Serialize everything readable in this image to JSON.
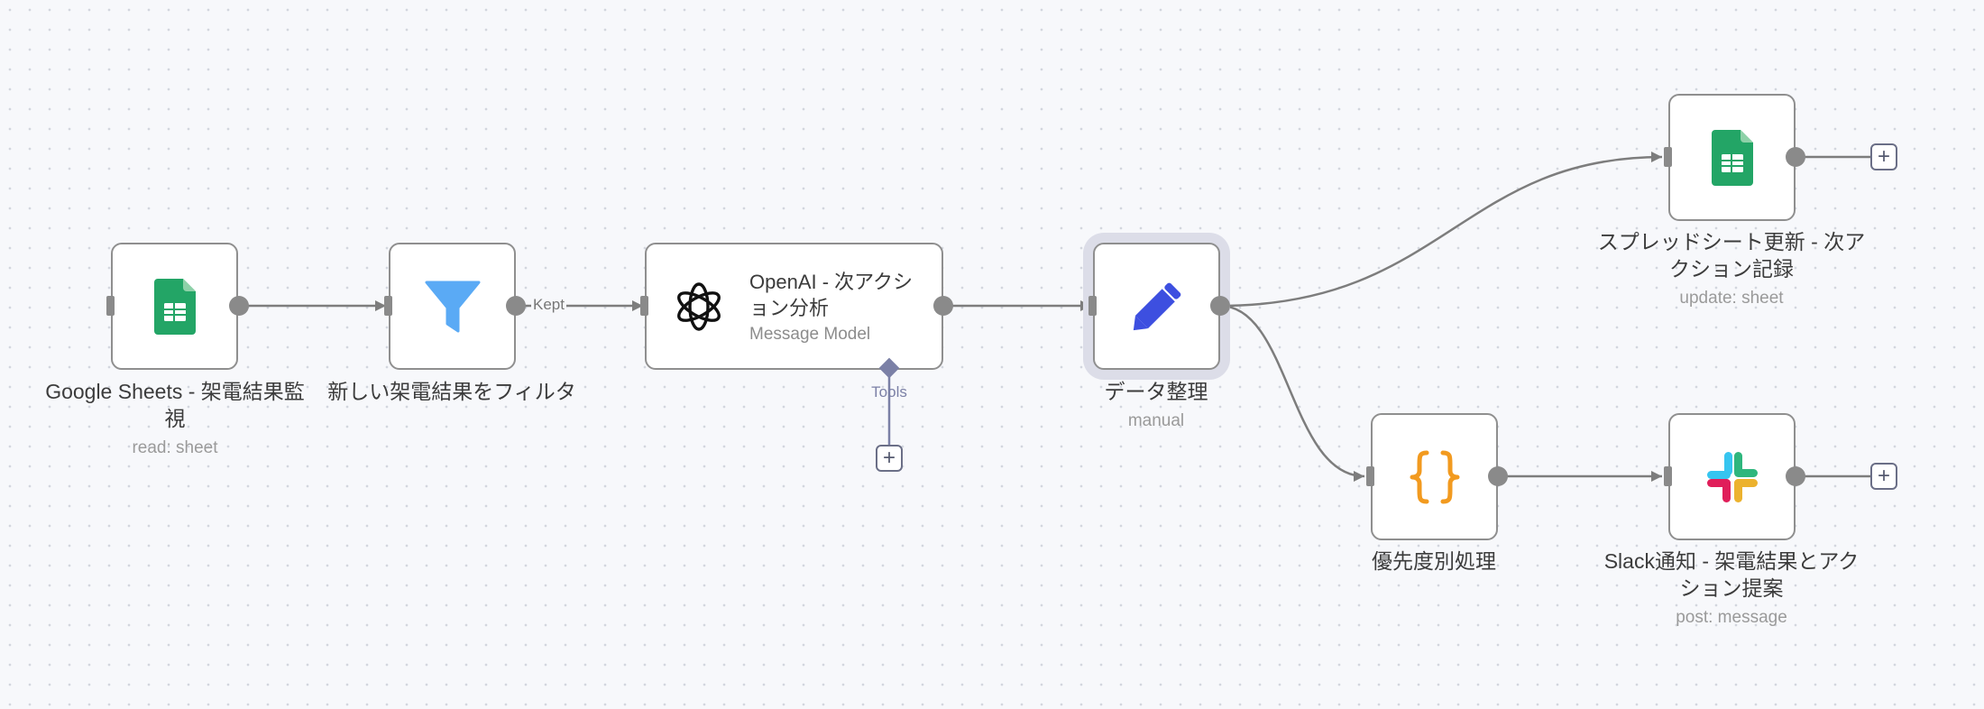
{
  "nodes": [
    {
      "id": "sheets-watch",
      "title": "Google Sheets - 架電結果監視",
      "subtitle": "read: sheet",
      "icon": "google-sheets-icon"
    },
    {
      "id": "filter",
      "title": "新しい架電結果をフィルタ",
      "subtitle": "",
      "icon": "filter-icon"
    },
    {
      "id": "openai",
      "title": "OpenAI - 次アクション分析",
      "subtitle": "Message Model",
      "icon": "openai-icon"
    },
    {
      "id": "data-format",
      "title": "データ整理",
      "subtitle": "manual",
      "icon": "pencil-icon"
    },
    {
      "id": "sheets-update",
      "title": "スプレッドシート更新 - 次アクション記録",
      "subtitle": "update: sheet",
      "icon": "google-sheets-icon"
    },
    {
      "id": "priority",
      "title": "優先度別処理",
      "subtitle": "",
      "icon": "code-braces-icon"
    },
    {
      "id": "slack",
      "title": "Slack通知 - 架電結果とアクション提案",
      "subtitle": "post: message",
      "icon": "slack-icon"
    }
  ],
  "edge_labels": {
    "filter_kept": "Kept",
    "tools": "Tools"
  },
  "add_button": "+",
  "colors": {
    "sheets_green": "#23a566",
    "filter_blue": "#5aaaf5",
    "pencil_blue": "#3d4fe0",
    "code_orange": "#f29a1f",
    "slack_blue": "#36c5f0",
    "slack_green": "#2eb67d",
    "slack_red": "#e01e5a",
    "slack_yellow": "#ecb22e",
    "edge": "#7d7d7d"
  }
}
